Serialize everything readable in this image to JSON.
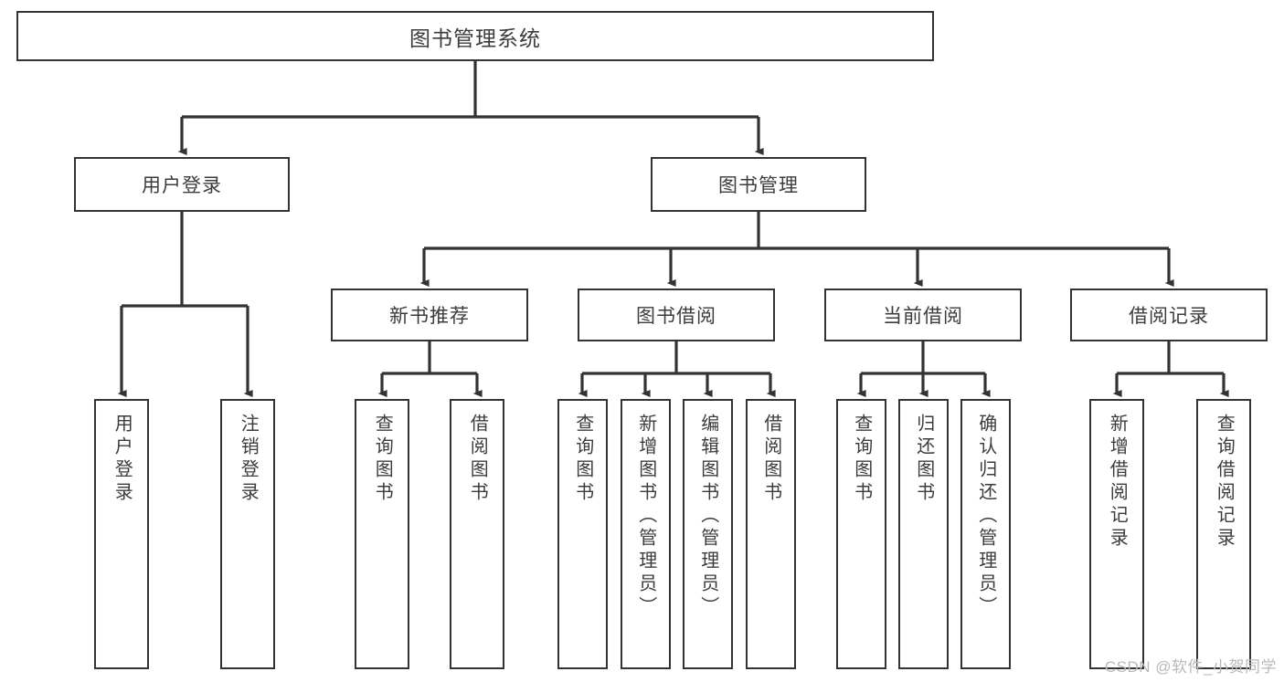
{
  "diagram": {
    "title": "图书管理系统",
    "type": "tree-hierarchy-chart",
    "colors": {
      "box_border": "#333333",
      "box_fill": "#ffffff",
      "connector": "#333333",
      "text": "#3c3c3c",
      "watermark": "#b9b9b9",
      "background": "#ffffff"
    }
  },
  "nodes": {
    "root": {
      "label": "图书管理系统"
    },
    "level2": [
      {
        "label": "用户登录"
      },
      {
        "label": "图书管理"
      }
    ],
    "level3": [
      {
        "label": "新书推荐"
      },
      {
        "label": "图书借阅"
      },
      {
        "label": "当前借阅"
      },
      {
        "label": "借阅记录"
      }
    ],
    "leaves": {
      "user_login": [
        {
          "label": "用户登录"
        },
        {
          "label": "注销登录"
        }
      ],
      "new_book_recommend": [
        {
          "label": "查询图书"
        },
        {
          "label": "借阅图书"
        }
      ],
      "book_borrow": [
        {
          "label": "查询图书"
        },
        {
          "label": "新增图书（管理员）"
        },
        {
          "label": "编辑图书（管理员）"
        },
        {
          "label": "借阅图书"
        }
      ],
      "current_borrow": [
        {
          "label": "查询图书"
        },
        {
          "label": "归还图书"
        },
        {
          "label": "确认归还（管理员）"
        }
      ],
      "borrow_record": [
        {
          "label": "新增借阅记录"
        },
        {
          "label": "查询借阅记录"
        }
      ]
    }
  },
  "watermark": {
    "text": "CSDN @软件_小贺同学"
  }
}
